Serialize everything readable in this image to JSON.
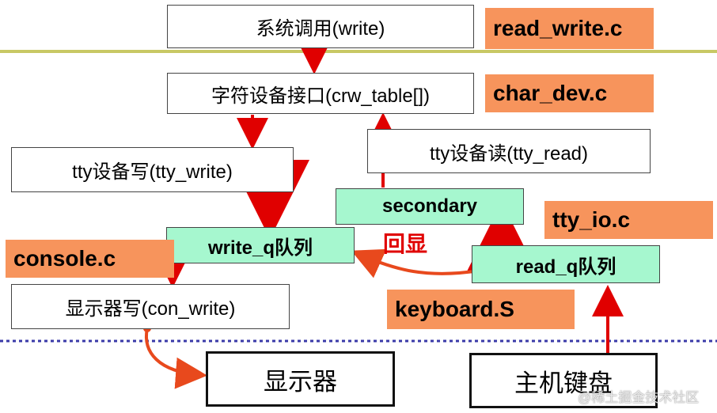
{
  "blocks": {
    "syscall": "系统调用(write)",
    "char_interface": "字符设备接口(crw_table[])",
    "tty_write": "tty设备写(tty_write)",
    "tty_read": "tty设备读(tty_read)",
    "secondary": "secondary",
    "write_q": "write_q队列",
    "read_q": "read_q队列",
    "con_write": "显示器写(con_write)",
    "display": "显示器",
    "keyboard_device": "主机键盘"
  },
  "files": {
    "read_write": "read_write.c",
    "char_dev": "char_dev.c",
    "tty_io": "tty_io.c",
    "console": "console.c",
    "keyboard": "keyboard.S"
  },
  "labels": {
    "echo": "回显"
  },
  "watermark": "@稀土掘金技术社区",
  "colors": {
    "file_label_bg": "#f7945c",
    "queue_box_bg": "#a6f7cf",
    "arrow_red": "#e00000",
    "echo_arrow": "#e8491d",
    "top_divider": "#c8c864",
    "bottom_divider": "#3a3aa8"
  }
}
